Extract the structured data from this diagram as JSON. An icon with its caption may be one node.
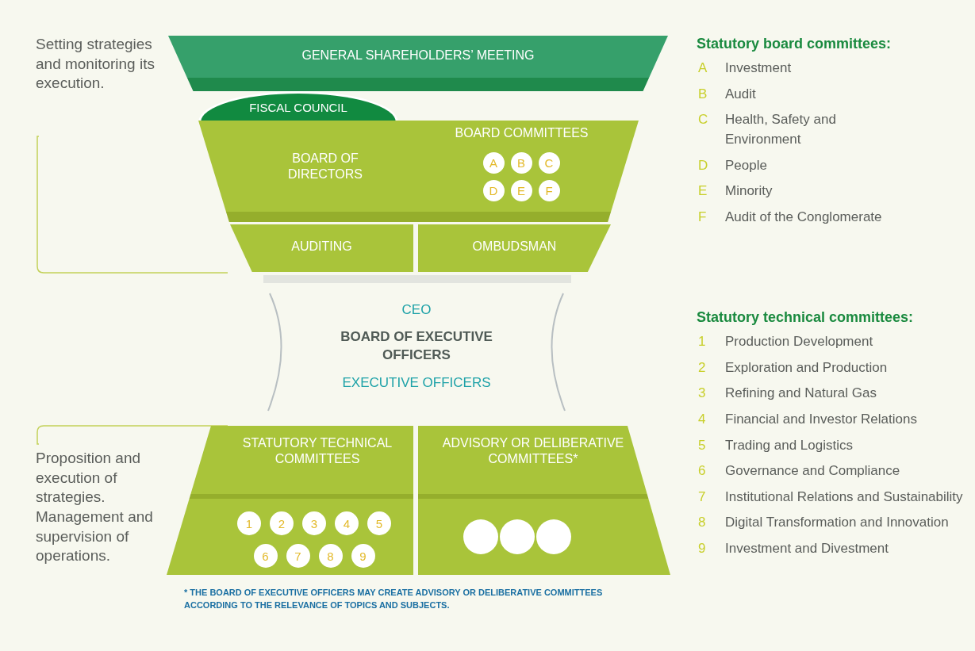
{
  "diagram": {
    "nodes": [
      {
        "text": [
          "GENERAL SHAREHOLDERS’ MEETING"
        ]
      },
      {
        "text": [
          "FISCAL COUNCIL"
        ]
      },
      {
        "text": [
          "BOARD OF DIRECTORS"
        ]
      },
      {
        "text": [
          "BOARD COMMITTEES"
        ],
        "in": 2
      },
      {
        "text": [
          "A"
        ],
        "in": 3
      },
      {
        "text": [
          "B"
        ],
        "in": 3
      },
      {
        "text": [
          "C"
        ],
        "in": 3
      },
      {
        "text": [
          "D"
        ],
        "in": 3
      },
      {
        "text": [
          "E"
        ],
        "in": 3
      },
      {
        "text": [
          "F"
        ],
        "in": 3
      },
      {
        "text": [
          "AUDITING"
        ]
      },
      {
        "text": [
          "OMBUDSMAN"
        ]
      },
      {
        "text": [
          "CEO",
          "BOARD OF EXECUTIVE OFFICERS",
          "EXECUTIVE OFFICERS"
        ]
      },
      {
        "text": [
          "STATUTORY TECHNICAL COMMITTEES"
        ]
      },
      {
        "text": [
          "1"
        ],
        "in": 13
      },
      {
        "text": [
          "2"
        ],
        "in": 13
      },
      {
        "text": [
          "3"
        ],
        "in": 13
      },
      {
        "text": [
          "4"
        ],
        "in": 13
      },
      {
        "text": [
          "5"
        ],
        "in": 13
      },
      {
        "text": [
          "6"
        ],
        "in": 13
      },
      {
        "text": [
          "7"
        ],
        "in": 13
      },
      {
        "text": [
          "8"
        ],
        "in": 13
      },
      {
        "text": [
          "9"
        ],
        "in": 13
      },
      {
        "text": [
          "ADVISORY OR DELIBERATIVE COMMITTEES*"
        ]
      },
      {
        "text": [],
        "shape": "circle",
        "in": 23
      },
      {
        "text": [],
        "shape": "circle",
        "in": 23
      },
      {
        "text": [],
        "shape": "circle",
        "in": 23
      }
    ],
    "edges": [],
    "labels": [
      "Setting strategies and monitoring its execution.",
      "Proposition and execution of strategies. Management and supervision of operations.",
      "Statutory board committees:",
      "A",
      "Investment",
      "B",
      "Audit",
      "C",
      "Health, Safety and Environment",
      "D",
      "People",
      "E",
      "Minority",
      "F",
      "Audit of the Conglomerate",
      "Statutory technical committees:",
      "1",
      "Production Development",
      "2",
      "Exploration and Production",
      "3",
      "Refining and Natural Gas",
      "4",
      "Financial and Investor Relations",
      "5",
      "Trading and Logistics",
      "6",
      "Governance and Compliance",
      "7",
      "Institutional Relations and Sustainability",
      "8",
      "Digital Transformation and Innovation",
      "9",
      "Investment and Divestment",
      "* THE BOARD OF EXECUTIVE OFFICERS MAY CREATE ADVISORY OR DELIBERATIVE COMMITTEES ACCORDING TO THE RELEVANCE OF TOPICS AND SUBJECTS."
    ]
  }
}
